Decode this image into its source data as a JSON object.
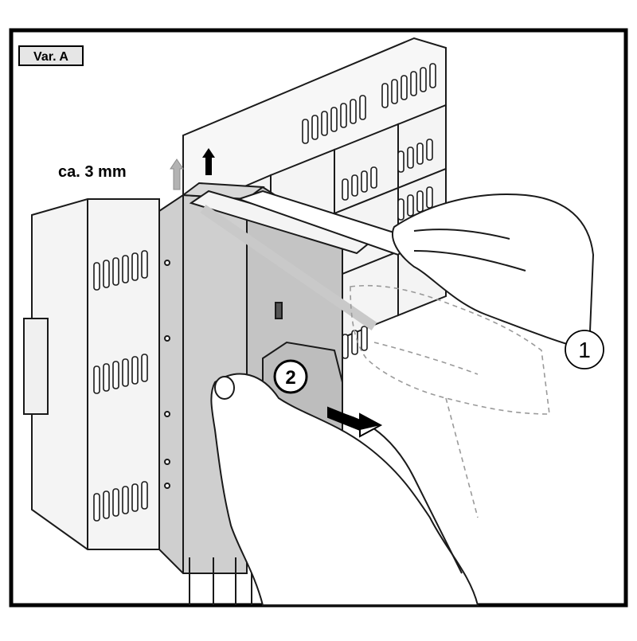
{
  "variant_label": "Var. A",
  "dimension_label": "ca. 3 mm",
  "step_1": "1",
  "step_2": "2",
  "colors": {
    "frame": "#000000",
    "housing_fill": "#f2f2f2",
    "module_fill": "#cfcfcf",
    "module_dark": "#bdbdbd",
    "arrow_grey": "#b3b3b3",
    "line": "#1a1a1a",
    "ghost_line": "#9a9a9a"
  },
  "icons": {
    "lift_arrow": "arrow-up-icon",
    "pull_arrow": "arrow-right-icon",
    "screwdriver": "screwdriver-icon"
  }
}
